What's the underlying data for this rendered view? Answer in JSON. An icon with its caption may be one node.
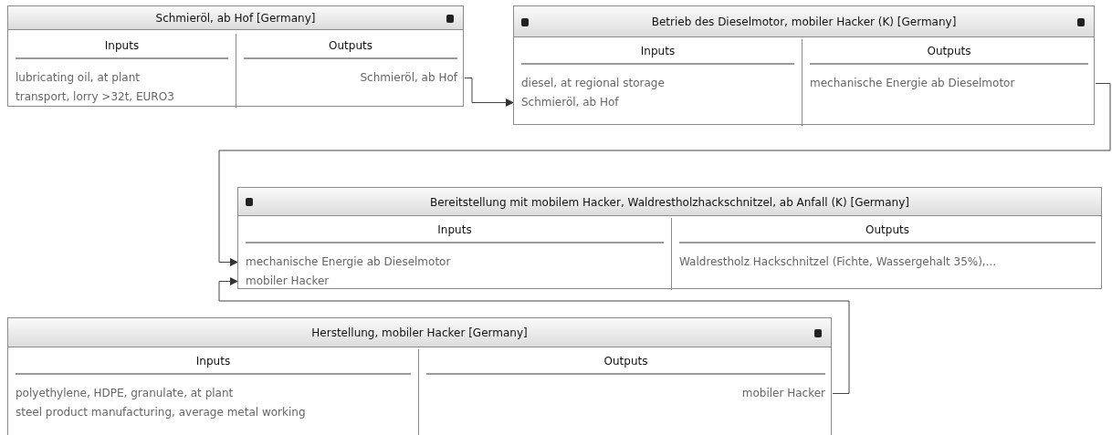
{
  "diagram": {
    "nodes": [
      {
        "text": [
          "Schmieröl, ab Hof [Germany]"
        ]
      },
      {
        "text": [
          "Inputs",
          "lubricating oil, at plant",
          "transport, lorry >32t, EURO3"
        ],
        "in": 0
      },
      {
        "text": [
          "Outputs",
          "Schmieröl, ab Hof"
        ],
        "in": 0
      },
      {
        "text": [
          "Betrieb des Dieselmotor, mobiler Hacker (K) [Germany]"
        ]
      },
      {
        "text": [
          "Inputs",
          "diesel, at regional storage",
          "Schmieröl, ab Hof"
        ],
        "in": 3
      },
      {
        "text": [
          "Outputs",
          "mechanische Energie ab Dieselmotor"
        ],
        "in": 3
      },
      {
        "text": [
          "Bereitstellung mit mobilem Hacker, Waldrestholzhackschnitzel, ab Anfall (K) [Germany]"
        ]
      },
      {
        "text": [
          "Inputs",
          "mechanische Energie ab Dieselmotor",
          "mobiler Hacker"
        ],
        "in": 6
      },
      {
        "text": [
          "Outputs",
          "Waldrestholz Hackschnitzel (Fichte, Wassergehalt 35%),..."
        ],
        "in": 6
      },
      {
        "text": [
          "Herstellung, mobiler Hacker [Germany]"
        ]
      },
      {
        "text": [
          "Inputs",
          "polyethylene, HDPE, granulate, at plant",
          "steel product manufacturing, average metal working"
        ],
        "in": 9
      },
      {
        "text": [
          "Outputs",
          "mobiler Hacker"
        ],
        "in": 9
      }
    ],
    "edges": [
      {
        "from": 2,
        "to": 4,
        "arrow": "to"
      },
      {
        "from": 5,
        "to": 7,
        "arrow": "to"
      },
      {
        "from": 11,
        "to": 7,
        "arrow": "to"
      }
    ]
  }
}
